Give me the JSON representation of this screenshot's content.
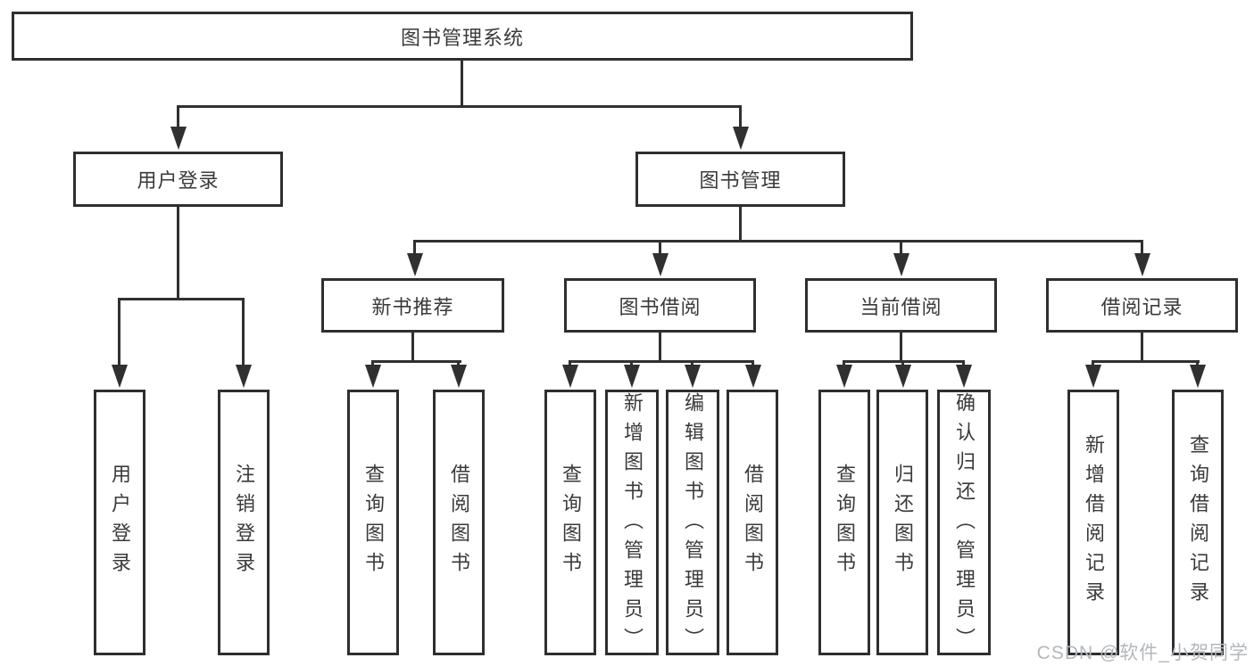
{
  "tree": {
    "label": "图书管理系统",
    "children": [
      {
        "label": "用户登录",
        "children": [
          {
            "label": "用户登录"
          },
          {
            "label": "注销登录"
          }
        ]
      },
      {
        "label": "图书管理",
        "children": [
          {
            "label": "新书推荐",
            "children": [
              {
                "label": "查询图书"
              },
              {
                "label": "借阅图书"
              }
            ]
          },
          {
            "label": "图书借阅",
            "children": [
              {
                "label": "查询图书"
              },
              {
                "label": "新增图书（管理员）"
              },
              {
                "label": "编辑图书（管理员）"
              },
              {
                "label": "借阅图书"
              }
            ]
          },
          {
            "label": "当前借阅",
            "children": [
              {
                "label": "查询图书"
              },
              {
                "label": "归还图书"
              },
              {
                "label": "确认归还（管理员）"
              }
            ]
          },
          {
            "label": "借阅记录",
            "children": [
              {
                "label": "新增借阅记录"
              },
              {
                "label": "查询借阅记录"
              }
            ]
          }
        ]
      }
    ]
  },
  "colors": {
    "line": "#303030",
    "border": "#2f2f2f",
    "text": "#3a3a3a",
    "watermark": "#b3b7be"
  },
  "watermark": {
    "text": "CSDN @软件_小贺同学"
  }
}
